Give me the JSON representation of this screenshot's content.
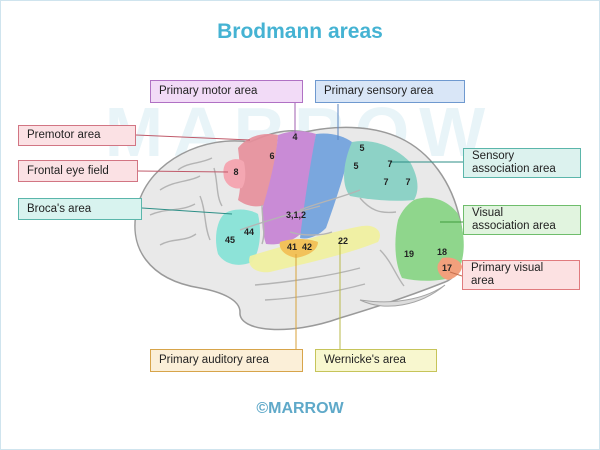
{
  "title": "Brodmann areas",
  "watermark": "MARROW",
  "footer": "©MARROW",
  "labels": {
    "primary_motor": "Primary motor area",
    "primary_sensory": "Primary sensory area",
    "premotor": "Premotor area",
    "frontal_eye": "Frontal eye field",
    "sensory_assoc": "Sensory\nassociation area",
    "broca": "Broca's area",
    "visual_assoc": "Visual\nassociation area",
    "primary_visual": "Primary visual\narea",
    "primary_auditory": "Primary auditory area",
    "wernicke": "Wernicke's area"
  },
  "area_numbers": {
    "a4": "4",
    "a6": "6",
    "a8": "8",
    "a5a": "5",
    "a5b": "5",
    "a7a": "7",
    "a7b": "7",
    "a7c": "7",
    "a312": "3,1,2",
    "a44": "44",
    "a45": "45",
    "a41": "41",
    "a42": "42",
    "a22": "22",
    "a19": "19",
    "a18": "18",
    "a17": "17"
  },
  "colors": {
    "title": "#45b3d3",
    "brain": "#e9e9e9",
    "sulcus": "#b4b4b4",
    "motor": "#c98bd6",
    "sensory": "#7aa7de",
    "premotor": "#e68f9b",
    "frontal_eye": "#f4a7b2",
    "sensory_assoc": "#8dd2c6",
    "broca": "#8de3d8",
    "visual_assoc": "#8fd68c",
    "primary_visual": "#f2a07c",
    "auditory": "#f2c25a",
    "wernicke": "#f0f0a0"
  }
}
